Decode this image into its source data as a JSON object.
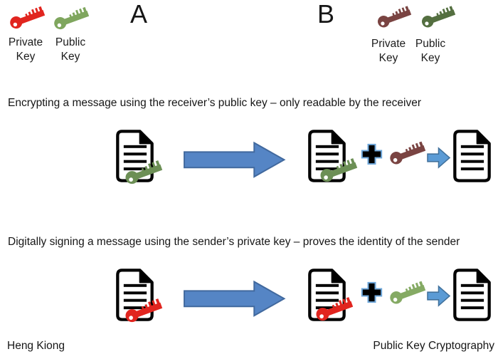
{
  "colors": {
    "key_red": "#e1251f",
    "key_green_light": "#7fa65e",
    "key_maroon": "#7a4442",
    "key_green_dark": "#546f40",
    "row1_doc_key": "#6c8f55",
    "row2_plus_key": "#85aa64",
    "big_arrow_fill": "#5585c5",
    "big_arrow_border": "#41699e",
    "small_arrow_fill": "#5b9bd5",
    "small_arrow_border": "#41719c",
    "plus_fill": "#000000",
    "plus_border": "#6fa8dc",
    "doc_ink": "#000000"
  },
  "party_a": {
    "label": "A",
    "private_key_label": "Private Key",
    "public_key_label": "Public Key"
  },
  "party_b": {
    "label": "B",
    "private_key_label": "Private Key",
    "public_key_label": "Public Key"
  },
  "sections": [
    {
      "caption": "Encrypting a message using the receiver’s public key – only readable by the receiver"
    },
    {
      "caption": "Digitally signing a message using the sender’s private key – proves the identity of the sender"
    }
  ],
  "footer": {
    "author": "Heng Kiong",
    "topic": "Public Key Cryptography"
  }
}
